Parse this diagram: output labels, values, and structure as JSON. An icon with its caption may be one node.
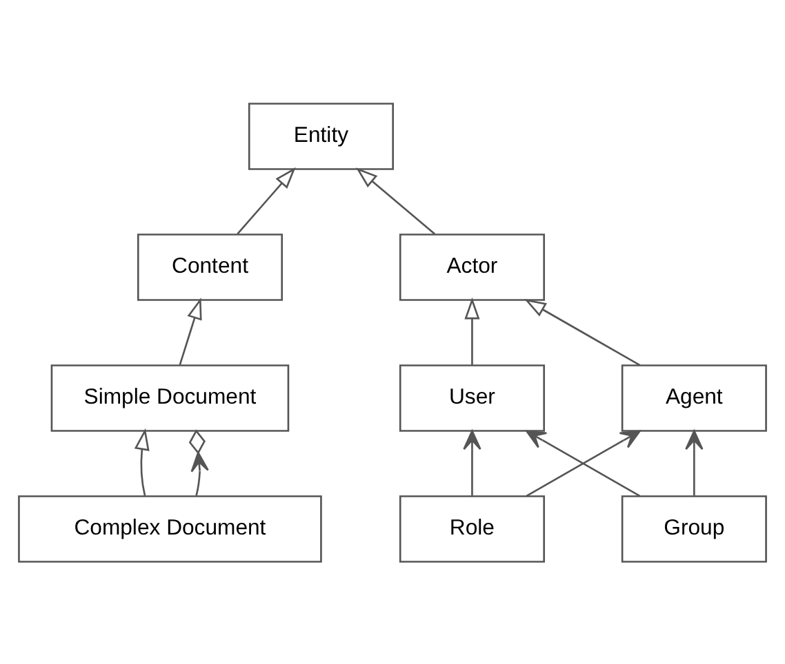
{
  "diagram": {
    "nodes": [
      {
        "text": [
          "Entity"
        ]
      },
      {
        "text": [
          "Content"
        ]
      },
      {
        "text": [
          "Actor"
        ]
      },
      {
        "text": [
          "Simple Document"
        ]
      },
      {
        "text": [
          "Complex Document"
        ]
      },
      {
        "text": [
          "User"
        ]
      },
      {
        "text": [
          "Agent"
        ]
      },
      {
        "text": [
          "Group"
        ]
      },
      {
        "text": [
          "Role"
        ]
      }
    ],
    "edges": [
      {
        "from": 1,
        "to": 0,
        "arrow": "to"
      },
      {
        "from": 2,
        "to": 0,
        "arrow": "to"
      },
      {
        "from": 3,
        "to": 1,
        "arrow": "to"
      },
      {
        "from": 4,
        "to": 3,
        "arrow": "to"
      },
      {
        "from": 4,
        "to": 3,
        "arrow": "to"
      },
      {
        "from": 5,
        "to": 2,
        "arrow": "to"
      },
      {
        "from": 6,
        "to": 2,
        "arrow": "to"
      },
      {
        "from": 7,
        "to": 5,
        "arrow": "to"
      },
      {
        "from": 8,
        "to": 5,
        "arrow": "to"
      },
      {
        "from": 7,
        "to": 6,
        "arrow": "to"
      },
      {
        "from": 8,
        "to": 6,
        "arrow": "to"
      }
    ]
  }
}
